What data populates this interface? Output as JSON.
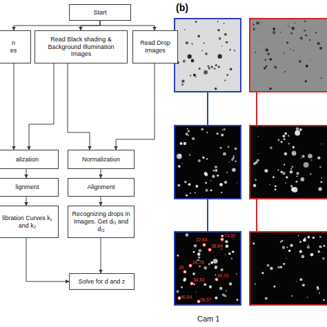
{
  "diagram": {
    "nodes": [
      {
        "text": [
          "Start"
        ]
      },
      {
        "text": [
          "n es"
        ]
      },
      {
        "text": [
          "Read Black shading & Background Illumination Images"
        ]
      },
      {
        "text": [
          "Read Drop Images"
        ]
      },
      {
        "text": [
          "alization"
        ]
      },
      {
        "text": [
          "Normalization"
        ]
      },
      {
        "text": [
          "lignment"
        ]
      },
      {
        "text": [
          "Alignment"
        ]
      },
      {
        "text": [
          "libration Curves k₁ and k₂"
        ]
      },
      {
        "text": [
          "Recognizing drops in Images. Get dᵣ₁ and dᵣ₂"
        ]
      },
      {
        "text": [
          "Solve for d and z"
        ]
      }
    ],
    "edges": [
      {
        "from": 0,
        "to": 1,
        "arrow": "to"
      },
      {
        "from": 0,
        "to": 2,
        "arrow": "to"
      },
      {
        "from": 0,
        "to": 3,
        "arrow": "to"
      },
      {
        "from": 1,
        "to": 4,
        "arrow": "to"
      },
      {
        "from": 2,
        "to": 4,
        "arrow": "to"
      },
      {
        "from": 2,
        "to": 5,
        "arrow": "to"
      },
      {
        "from": 3,
        "to": 5,
        "arrow": "to"
      },
      {
        "from": 4,
        "to": 6,
        "arrow": "to"
      },
      {
        "from": 5,
        "to": 7,
        "arrow": "to"
      },
      {
        "from": 6,
        "to": 8,
        "arrow": "to"
      },
      {
        "from": 7,
        "to": 9,
        "arrow": "to"
      },
      {
        "from": 8,
        "to": 10,
        "arrow": "to"
      },
      {
        "from": 9,
        "to": 10,
        "arrow": "to"
      }
    ],
    "labels": [
      "(b)",
      "22.84",
      "74.32",
      "38.84",
      "26.75",
      "29",
      "34.53",
      "49.20",
      "40.64",
      "26.57",
      "Cam 1"
    ]
  }
}
